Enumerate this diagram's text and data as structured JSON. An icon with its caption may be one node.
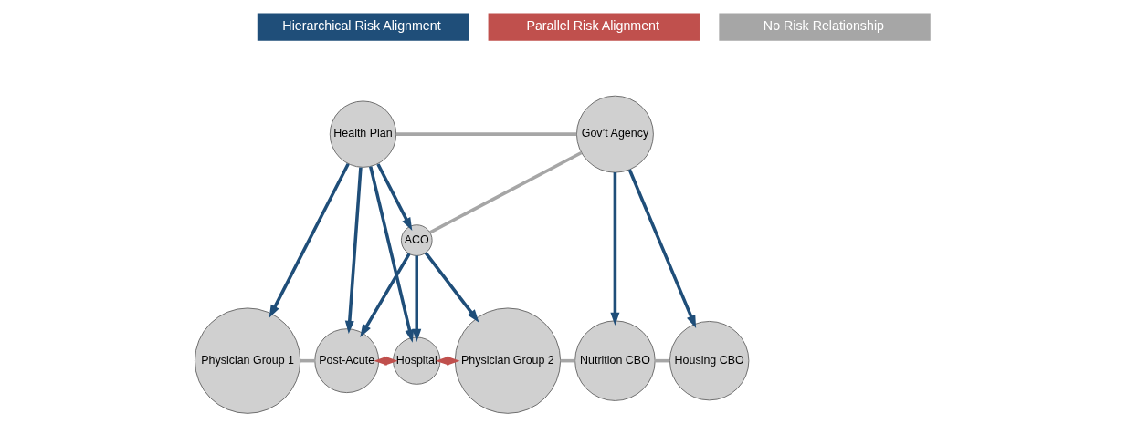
{
  "diagram": {
    "nodes": [
      {
        "text": [
          "Health Plan"
        ]
      },
      {
        "text": [
          "Gov’t Agency"
        ]
      },
      {
        "text": [
          "ACO"
        ]
      },
      {
        "text": [
          "Physician Group 1"
        ]
      },
      {
        "text": [
          "Post-Acute"
        ]
      },
      {
        "text": [
          "Hospital"
        ]
      },
      {
        "text": [
          "Physician Group 2"
        ]
      },
      {
        "text": [
          "Nutrition CBO"
        ]
      },
      {
        "text": [
          "Housing CBO"
        ]
      }
    ],
    "edges": [
      {
        "from": 0,
        "to": 1,
        "arrow": "none",
        "color": "#a6a6a6"
      },
      {
        "from": 1,
        "to": 2,
        "arrow": "none",
        "color": "#a6a6a6"
      },
      {
        "from": 0,
        "to": 2,
        "arrow": "to"
      },
      {
        "from": 0,
        "to": 3,
        "arrow": "to"
      },
      {
        "from": 0,
        "to": 4,
        "arrow": "to"
      },
      {
        "from": 0,
        "to": 5,
        "arrow": "to"
      },
      {
        "from": 2,
        "to": 4,
        "arrow": "to"
      },
      {
        "from": 2,
        "to": 5,
        "arrow": "to"
      },
      {
        "from": 2,
        "to": 6,
        "arrow": "to"
      },
      {
        "from": 1,
        "to": 7,
        "arrow": "to"
      },
      {
        "from": 1,
        "to": 8,
        "arrow": "to"
      },
      {
        "from": 3,
        "to": 4,
        "arrow": "none",
        "color": "#a6a6a6"
      },
      {
        "from": 4,
        "to": 5,
        "arrow": "both",
        "color": "#c0504d"
      },
      {
        "from": 5,
        "to": 6,
        "arrow": "both",
        "color": "#c0504d"
      },
      {
        "from": 6,
        "to": 7,
        "arrow": "none",
        "color": "#a6a6a6"
      },
      {
        "from": 7,
        "to": 8,
        "arrow": "none",
        "color": "#a6a6a6"
      }
    ],
    "legend": [
      {
        "text": "Hierarchical Risk Alignment",
        "color": "#1f4e79"
      },
      {
        "text": "Parallel Risk Alignment",
        "color": "#c0504d"
      },
      {
        "text": "No Risk Relationship",
        "color": "#a6a6a6"
      }
    ]
  }
}
